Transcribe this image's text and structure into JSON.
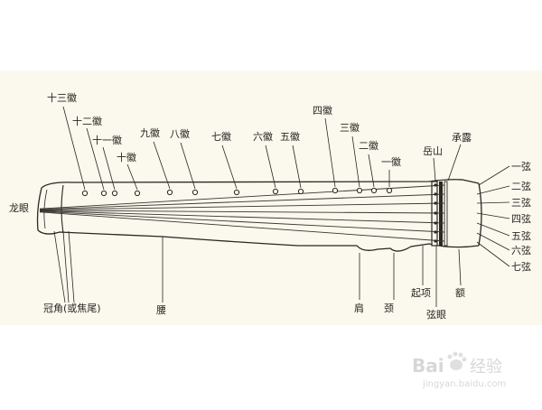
{
  "diagram": {
    "hui_labels": {
      "h13": "十三徽",
      "h12": "十二徽",
      "h11": "十一徽",
      "h10": "十徽",
      "h9": "九徽",
      "h8": "八徽",
      "h7": "七徽",
      "h6": "六徽",
      "h5": "五徽",
      "h4": "四徽",
      "h3": "三徽",
      "h2": "二徽",
      "h1": "一徽"
    },
    "string_labels": [
      "一弦",
      "二弦",
      "三弦",
      "四弦",
      "五弦",
      "六弦",
      "七弦"
    ],
    "part_labels": {
      "longyan": "龙眼",
      "guanjiao": "冠角(或焦尾)",
      "yao": "腰",
      "jian": "肩",
      "jing": "颈",
      "qixiang": "起项",
      "xianyan": "弦眼",
      "e": "额",
      "yueshan": "岳山",
      "chenglu": "承露"
    },
    "watermark": {
      "logo": "Baidu经验",
      "url": "jingyan.baidu.com"
    },
    "colors": {
      "background": "#fbf8ee",
      "ink": "#2a2622",
      "string": "#3a3530"
    }
  }
}
